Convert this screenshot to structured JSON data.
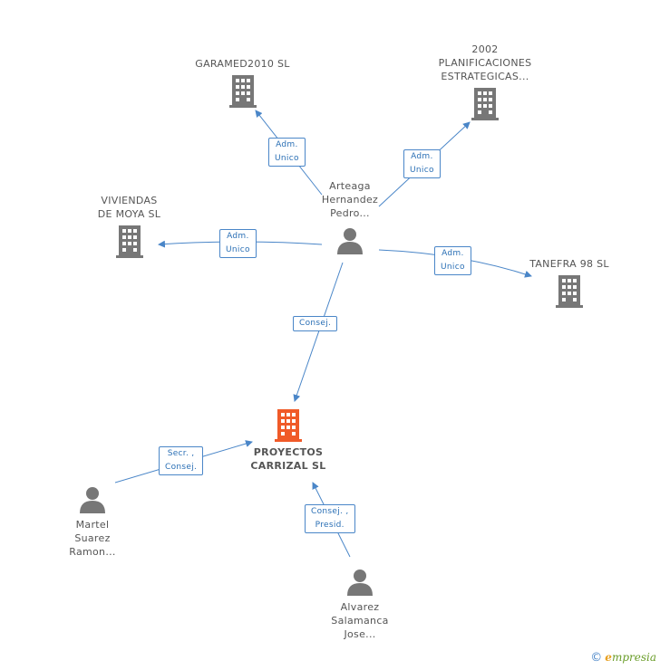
{
  "colors": {
    "edge": "#4a86c8",
    "building": "#777777",
    "building_main": "#f05a28",
    "person": "#777777"
  },
  "nodes": {
    "garamed": {
      "label": [
        "GARAMED2010 SL"
      ],
      "icon": "building-icon"
    },
    "planificaciones": {
      "label": [
        "2002",
        "PLANIFICACIONES",
        "ESTRATEGICAS..."
      ],
      "icon": "building-icon"
    },
    "viviendas": {
      "label": [
        "VIVIENDAS",
        "DE MOYA SL"
      ],
      "icon": "building-icon"
    },
    "tanefra": {
      "label": [
        "TANEFRA 98 SL"
      ],
      "icon": "building-icon"
    },
    "arteaga": {
      "label": [
        "Arteaga",
        "Hernandez",
        "Pedro..."
      ],
      "icon": "person-icon"
    },
    "proyectos": {
      "label": [
        "PROYECTOS",
        "CARRIZAL SL"
      ],
      "icon": "building-icon"
    },
    "martel": {
      "label": [
        "Martel",
        "Suarez",
        "Ramon..."
      ],
      "icon": "person-icon"
    },
    "alvarez": {
      "label": [
        "Alvarez",
        "Salamanca",
        "Jose..."
      ],
      "icon": "person-icon"
    }
  },
  "edges": {
    "garamed": [
      "Adm.",
      "Unico"
    ],
    "planificaciones": [
      "Adm.",
      "Unico"
    ],
    "viviendas": [
      "Adm.",
      "Unico"
    ],
    "tanefra": [
      "Adm.",
      "Unico"
    ],
    "proyectos": [
      "Consej."
    ],
    "martel": [
      "Secr. ,",
      "Consej."
    ],
    "alvarez": [
      "Consej. ,",
      "Presid."
    ]
  },
  "footer": {
    "copyright": "©",
    "brand_first": "e",
    "brand_rest": "mpresia"
  }
}
